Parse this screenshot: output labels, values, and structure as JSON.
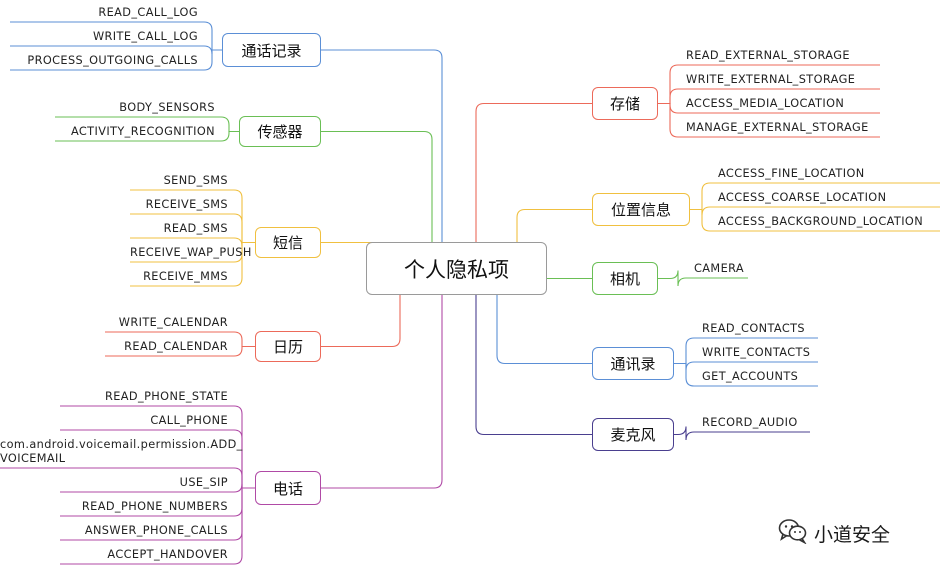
{
  "center": "个人隐私项",
  "left": [
    {
      "id": "call",
      "label": "通话记录",
      "color": "#5b8fd6",
      "items": [
        "READ_CALL_LOG",
        "WRITE_CALL_LOG",
        "PROCESS_OUTGOING_CALLS"
      ]
    },
    {
      "id": "sensor",
      "label": "传感器",
      "color": "#6abf55",
      "items": [
        "BODY_SENSORS",
        "ACTIVITY_RECOGNITION"
      ]
    },
    {
      "id": "sms",
      "label": "短信",
      "color": "#f0c040",
      "items": [
        "SEND_SMS",
        "RECEIVE_SMS",
        "READ_SMS",
        "RECEIVE_WAP_PUSH",
        "RECEIVE_MMS"
      ]
    },
    {
      "id": "calendar",
      "label": "日历",
      "color": "#ec6a5a",
      "items": [
        "WRITE_CALENDAR",
        "READ_CALENDAR"
      ]
    },
    {
      "id": "phone",
      "label": "电话",
      "color": "#b04aa6",
      "items": [
        "READ_PHONE_STATE",
        "CALL_PHONE",
        "com.android.voicemail.permission.ADD_ VOICEMAIL",
        "USE_SIP",
        "READ_PHONE_NUMBERS",
        "ANSWER_PHONE_CALLS",
        "ACCEPT_HANDOVER"
      ]
    }
  ],
  "right": [
    {
      "id": "storage",
      "label": "存储",
      "color": "#ec6a5a",
      "items": [
        "READ_EXTERNAL_STORAGE",
        "WRITE_EXTERNAL_STORAGE",
        "ACCESS_MEDIA_LOCATION",
        "MANAGE_EXTERNAL_STORAGE"
      ]
    },
    {
      "id": "location",
      "label": "位置信息",
      "color": "#f0c040",
      "items": [
        "ACCESS_FINE_LOCATION",
        "ACCESS_COARSE_LOCATION",
        "ACCESS_BACKGROUND_LOCATION"
      ]
    },
    {
      "id": "camera",
      "label": "相机",
      "color": "#6abf55",
      "items": [
        "CAMERA"
      ]
    },
    {
      "id": "contacts",
      "label": "通讯录",
      "color": "#5b8fd6",
      "items": [
        "READ_CONTACTS",
        "WRITE_CONTACTS",
        "GET_ACCOUNTS"
      ]
    },
    {
      "id": "mic",
      "label": "麦克风",
      "color": "#4a3f8f",
      "items": [
        "RECORD_AUDIO"
      ]
    }
  ],
  "watermark": {
    "text": "小道安全",
    "icon": "wechat-icon"
  }
}
